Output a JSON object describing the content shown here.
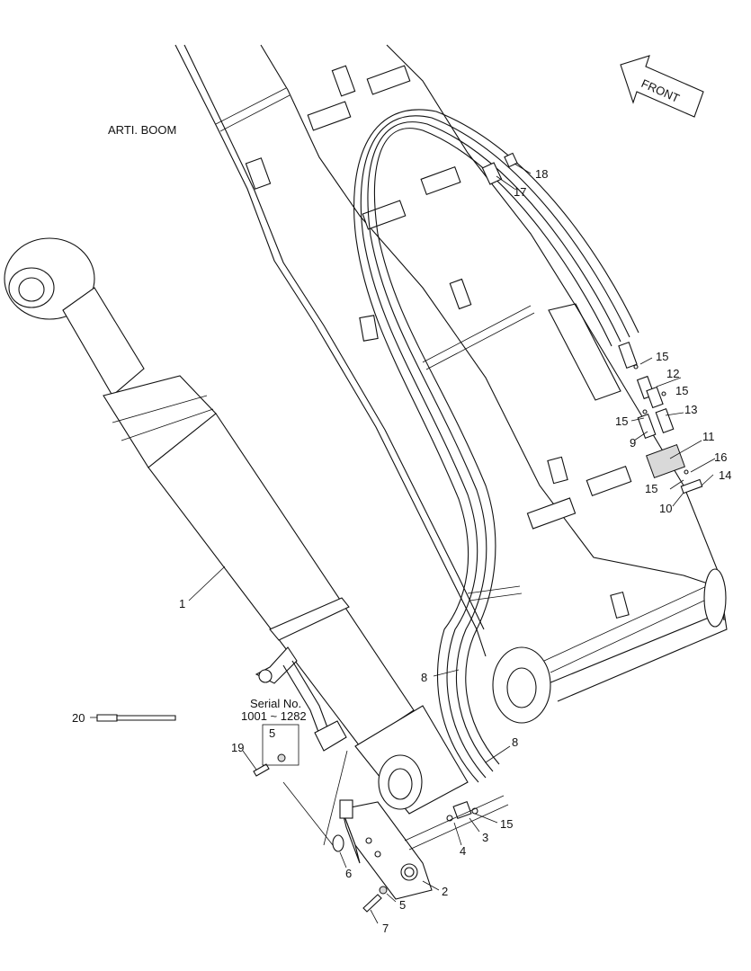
{
  "title": "ARTI. BOOM",
  "direction_label": "FRONT",
  "serial_note": {
    "line1": "Serial No.",
    "line2": "1001 ~ 1282"
  },
  "part_labels": [
    {
      "id": "p1",
      "text": "1"
    },
    {
      "id": "p2",
      "text": "2"
    },
    {
      "id": "p3",
      "text": "3"
    },
    {
      "id": "p4",
      "text": "4"
    },
    {
      "id": "p5a",
      "text": "5"
    },
    {
      "id": "p5b",
      "text": "5"
    },
    {
      "id": "p6",
      "text": "6"
    },
    {
      "id": "p7",
      "text": "7"
    },
    {
      "id": "p8a",
      "text": "8"
    },
    {
      "id": "p8b",
      "text": "8"
    },
    {
      "id": "p9",
      "text": "9"
    },
    {
      "id": "p10",
      "text": "10"
    },
    {
      "id": "p11",
      "text": "11"
    },
    {
      "id": "p12",
      "text": "12"
    },
    {
      "id": "p13",
      "text": "13"
    },
    {
      "id": "p14",
      "text": "14"
    },
    {
      "id": "p15a",
      "text": "15"
    },
    {
      "id": "p15b",
      "text": "15"
    },
    {
      "id": "p15c",
      "text": "15"
    },
    {
      "id": "p15d",
      "text": "15"
    },
    {
      "id": "p15e",
      "text": "15"
    },
    {
      "id": "p16",
      "text": "16"
    },
    {
      "id": "p17",
      "text": "17"
    },
    {
      "id": "p18",
      "text": "18"
    },
    {
      "id": "p19",
      "text": "19"
    },
    {
      "id": "p20",
      "text": "20"
    }
  ]
}
